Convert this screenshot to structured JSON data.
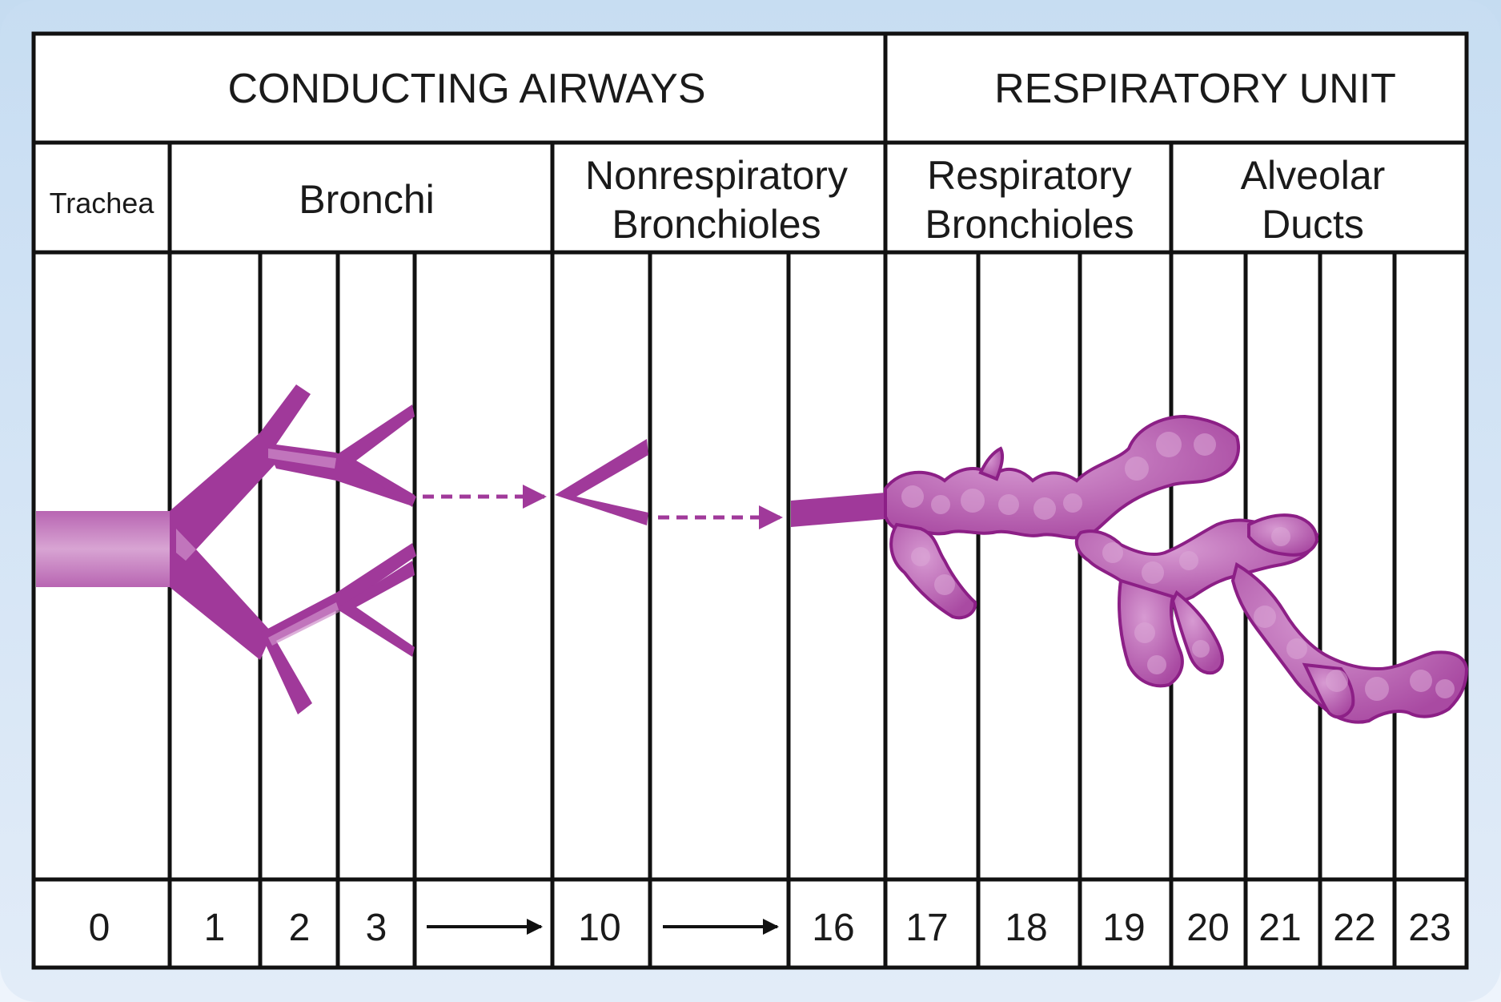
{
  "sections": {
    "conducting_airways": "CONDUCTING AIRWAYS",
    "respiratory_unit": "RESPIRATORY UNIT"
  },
  "zones": {
    "trachea": "Trachea",
    "bronchi": "Bronchi",
    "nonrespiratory_bronchioles_line1": "Nonrespiratory",
    "nonrespiratory_bronchioles_line2": "Bronchioles",
    "respiratory_bronchioles_line1": "Respiratory",
    "respiratory_bronchioles_line2": "Bronchioles",
    "alveolar_ducts_line1": "Alveolar",
    "alveolar_ducts_line2": "Ducts"
  },
  "generations": [
    "0",
    "1",
    "2",
    "3",
    "",
    "10",
    "",
    "16",
    "17",
    "18",
    "19",
    "20",
    "21",
    "22",
    "23"
  ],
  "colors": {
    "airway": "#a0399a",
    "airway_light": "#c98ac4",
    "alveoli": "#b45fae",
    "alveoli_edge": "#8c1f86",
    "grid_line": "#111111",
    "background_frame": "#c7ddf2"
  }
}
